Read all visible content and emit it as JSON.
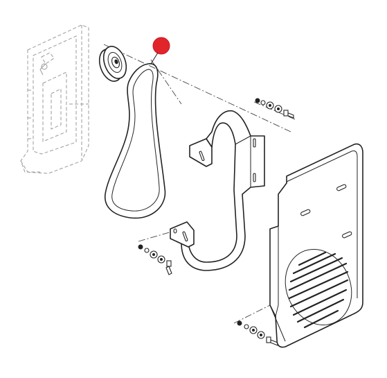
{
  "diagram": {
    "callout": {
      "color": "#e2252b"
    },
    "parts": [
      "engine-bracket-ghost",
      "drive-pulley",
      "drive-belt",
      "belt-guard-bracket",
      "belt-guard-cover"
    ],
    "colors": {
      "line": "#222222",
      "ghost": "#9a9a9a",
      "background": "#ffffff"
    }
  }
}
